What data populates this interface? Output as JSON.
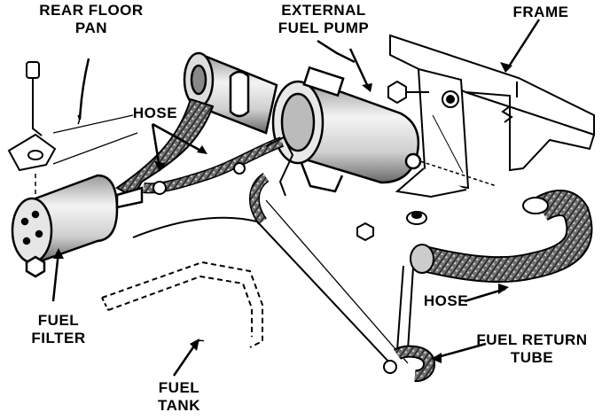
{
  "labels": {
    "rear_floor_pan": {
      "line1": "REAR FLOOR",
      "line2": "PAN"
    },
    "external_fuel_pump": {
      "line1": "EXTERNAL",
      "line2": "FUEL PUMP"
    },
    "frame": "FRAME",
    "hose_upper": "HOSE",
    "hose_lower": "HOSE",
    "fuel_filter": {
      "line1": "FUEL",
      "line2": "FILTER"
    },
    "fuel_tank": {
      "line1": "FUEL",
      "line2": "TANK"
    },
    "fuel_return_tube": {
      "line1": "FUEL RETURN",
      "line2": "TUBE"
    }
  },
  "colors": {
    "ink": "#000000",
    "paper": "#ffffff",
    "shade": "#7a7a7a"
  }
}
